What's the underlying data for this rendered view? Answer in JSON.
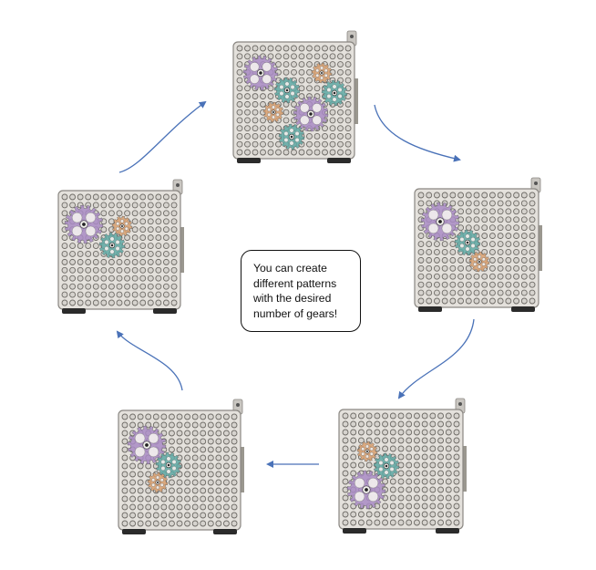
{
  "callout": {
    "lines": [
      "You can create",
      "different patterns",
      "with the desired",
      "number of gears!"
    ]
  },
  "colors": {
    "arrow": "#4a72b8",
    "box_body": "#e4e1dc",
    "box_edge": "#8a8782",
    "hole_ring": "#6e6b66",
    "hole_fill": "#d6d3ce",
    "feet": "#2b2b2b",
    "gear_purple": "#a98bc4",
    "gear_teal": "#5fa9a4",
    "gear_orange": "#d9a070",
    "callout_border": "#111111"
  },
  "boxes": [
    {
      "id": "top",
      "gears": [
        {
          "color": "purple",
          "size": "large"
        },
        {
          "color": "orange",
          "size": "small"
        },
        {
          "color": "teal",
          "size": "medium"
        },
        {
          "color": "teal",
          "size": "medium"
        },
        {
          "color": "orange",
          "size": "small"
        },
        {
          "color": "purple",
          "size": "large"
        },
        {
          "color": "teal",
          "size": "medium"
        }
      ]
    },
    {
      "id": "right",
      "gears": [
        {
          "color": "purple",
          "size": "large"
        },
        {
          "color": "teal",
          "size": "medium"
        },
        {
          "color": "orange",
          "size": "small"
        }
      ]
    },
    {
      "id": "bottom-right",
      "gears": [
        {
          "color": "orange",
          "size": "small"
        },
        {
          "color": "teal",
          "size": "medium"
        },
        {
          "color": "purple",
          "size": "large"
        }
      ]
    },
    {
      "id": "bottom-left",
      "gears": [
        {
          "color": "purple",
          "size": "large"
        },
        {
          "color": "teal",
          "size": "medium"
        },
        {
          "color": "orange",
          "size": "small"
        }
      ]
    },
    {
      "id": "left",
      "gears": [
        {
          "color": "purple",
          "size": "large"
        },
        {
          "color": "orange",
          "size": "small"
        },
        {
          "color": "teal",
          "size": "medium"
        }
      ]
    }
  ],
  "cycle_order": [
    "top",
    "right",
    "bottom-right",
    "bottom-left",
    "left"
  ]
}
